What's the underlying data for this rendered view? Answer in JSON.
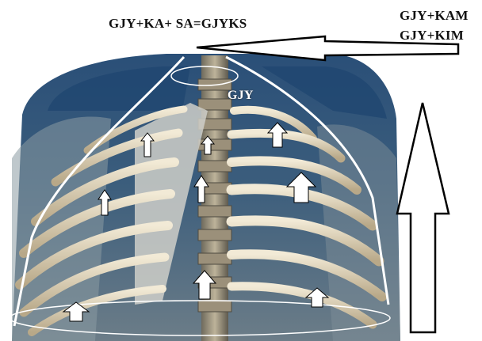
{
  "labels": {
    "formula": "GJY+KA+ SA=GJYKS",
    "top_right_line1": "GJY+KAM",
    "top_right_line2": "GJY+KIM",
    "center_label": "GJY"
  },
  "colors": {
    "background": "#ffffff",
    "shoulder_blue": "#2e5a86",
    "bone": "#e6dcc4",
    "outline": "#ffffff",
    "arrow_outline": "#000000"
  },
  "icons": [
    "up-arrow-icon",
    "left-arrow-icon"
  ]
}
